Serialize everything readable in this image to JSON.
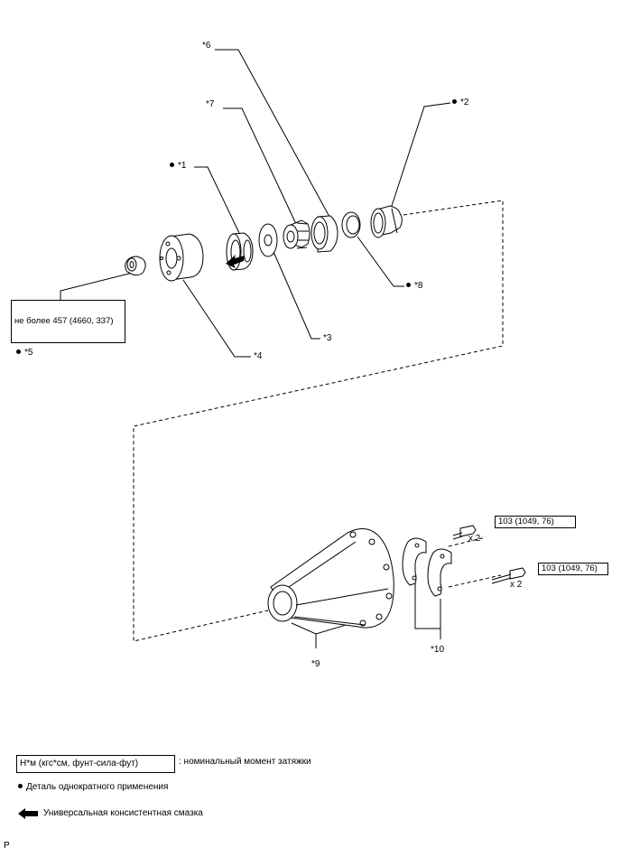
{
  "callouts": {
    "c1": "*1",
    "c2": "*2",
    "c3": "*3",
    "c4": "*4",
    "c5": "*5",
    "c6": "*6",
    "c7": "*7",
    "c8": "*8",
    "c9": "*9",
    "c10": "*10"
  },
  "torque_specs": {
    "nut": "не более 457 (4660, 337)",
    "bolt_upper": "103 (1049, 76)",
    "bolt_lower": "103 (1049, 76)"
  },
  "quantities": {
    "bolt_upper": "x 2",
    "bolt_lower": "x 2"
  },
  "legend": {
    "torque_box": "Н*м (кгс*см, фунт-сила-фут)",
    "torque_desc": ": номинальный момент затяжки",
    "single_use": "Деталь однократного применения",
    "grease": "Универсальная консистентная смазка"
  },
  "footer_code": "P"
}
